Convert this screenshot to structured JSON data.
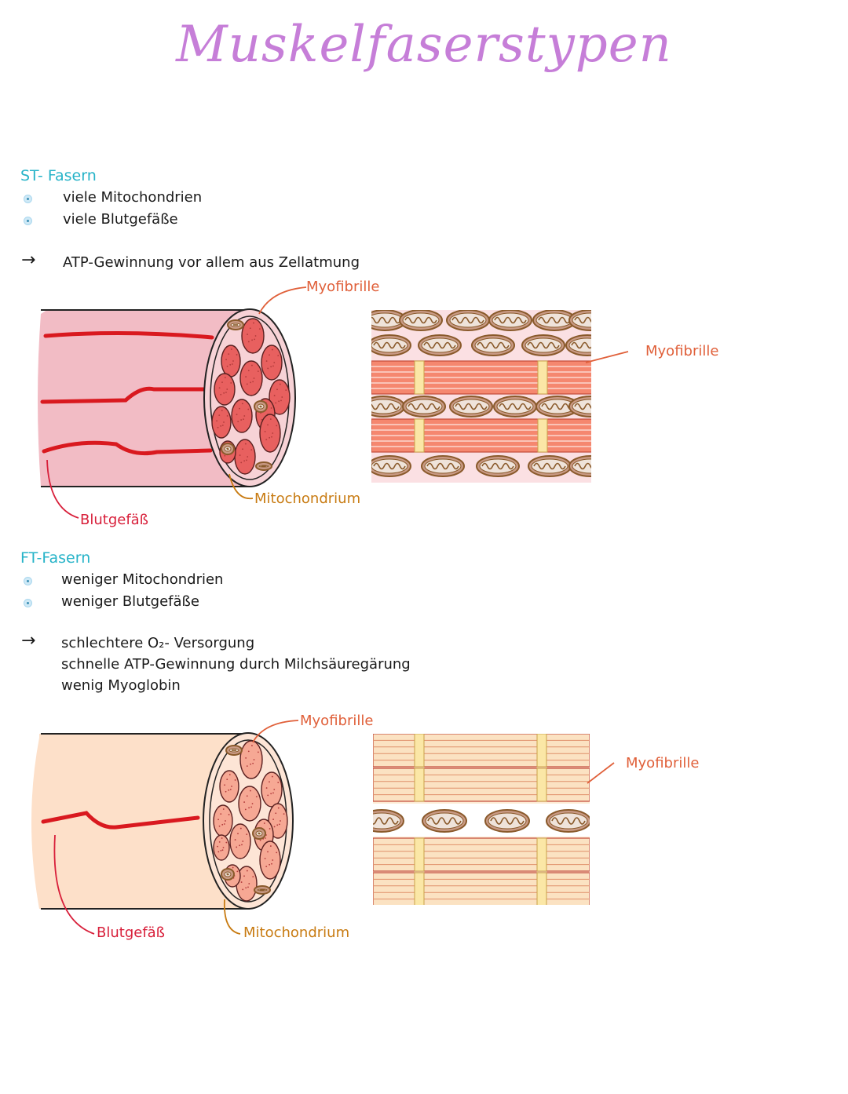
{
  "title": "Muskelfaserstypen",
  "colors": {
    "title": "#c67ed8",
    "heading": "#26b3c8",
    "myofibrille_label": "#e0603a",
    "mitochondrium_label": "#c87b12",
    "blutgefaess_label": "#d81f3a",
    "vessel": "#d9191f",
    "st_fiber": "#f2bcc5",
    "st_myofibril": "#e8605f",
    "ft_fiber": "#fde0c9",
    "ft_myofibril": "#f6a894",
    "mito_fill": "#c99a85",
    "mito_stroke": "#8a5a2b",
    "ft_band": "#fbe2c2",
    "z_disc": "#fbe7a6"
  },
  "icons": {
    "bullet": "dot-bullet-icon",
    "arrow": "right-arrow-icon"
  },
  "st": {
    "heading": "ST- Fasern",
    "bullets": [
      "viele Mitochondrien",
      "viele Blutgefäße"
    ],
    "arrow_lines": [
      "ATP-Gewinnung vor allem aus Zellatmung"
    ],
    "labels": {
      "myofibrille_top": "Myofibrille",
      "myofibrille_side": "Myofibrille",
      "mitochondrium": "Mitochondrium",
      "blutgefaess": "Blutgefäß"
    }
  },
  "ft": {
    "heading": "FT-Fasern",
    "bullets": [
      "weniger Mitochondrien",
      "weniger Blutgefäße"
    ],
    "arrow_lines": [
      "schlechtere O₂- Versorgung",
      "schnelle ATP-Gewinnung durch Milchsäuregärung",
      "wenig Myoglobin"
    ],
    "labels": {
      "myofibrille_top": "Myofibrille",
      "myofibrille_side": "Myofibrille",
      "mitochondrium": "Mitochondrium",
      "blutgefaess": "Blutgefäß"
    }
  }
}
